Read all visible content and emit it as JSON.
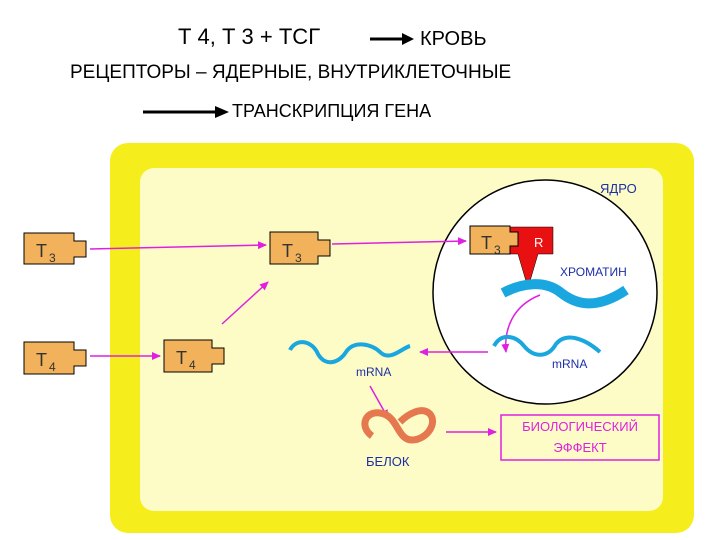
{
  "header": {
    "formula": "Т 4, Т 3  + ТСГ",
    "blood": "КРОВЬ",
    "receptors": "РЕЦЕПТОРЫ – ЯДЕРНЫЕ, ВНУТРИКЛЕТОЧНЫЕ",
    "transcription": "ТРАНСКРИПЦИЯ ГЕНА"
  },
  "diagram": {
    "nucleus_label": "ЯДРО",
    "chromatin_label": "ХРОМАТИН",
    "receptor_label": "R",
    "t3": "Т",
    "t4": "Т",
    "sub3": "3",
    "sub4": "4",
    "mrna_label": "mRNA",
    "protein_label": "БЕЛОК",
    "effect_line1": "БИОЛОГИЧЕСКИЙ",
    "effect_line2": "ЭФФЕКТ"
  },
  "colors": {
    "cell_membrane": "#f5ee1c",
    "cytoplasm": "#fdfcc6",
    "hormone": "#f2b25c",
    "receptor": "#e81010",
    "dna": "#1aa7df",
    "protein": "#e5784e",
    "arrow": "#e020e0",
    "label_blue": "#1d2fa8",
    "effect": "#e020e0"
  }
}
